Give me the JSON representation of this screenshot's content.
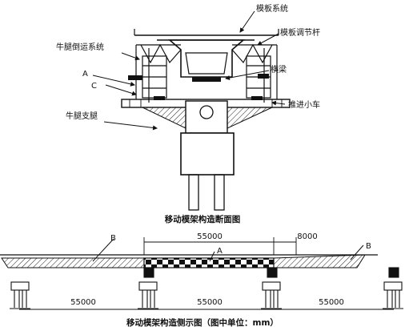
{
  "top_figure": {
    "caption": "移动模架构造断面图",
    "labels": {
      "formwork_system": "模板系统",
      "formwork_adjust_rod": "模板调节杆",
      "bracket_transfer_system": "牛腿倒运系统",
      "a": "A",
      "c": "C",
      "cross_beam": "横梁",
      "push_trolley": "推进小车",
      "bracket_support": "牛腿支腿"
    }
  },
  "bottom_figure": {
    "caption": "移动模架构造侧示图（图中单位：mm）",
    "labels": {
      "b_left": "B",
      "b_right": "B",
      "a": "A"
    },
    "dimensions": {
      "top_span": "55000",
      "top_overhang": "8000",
      "span_left": "55000",
      "span_middle": "55000",
      "span_right": "55000"
    }
  }
}
